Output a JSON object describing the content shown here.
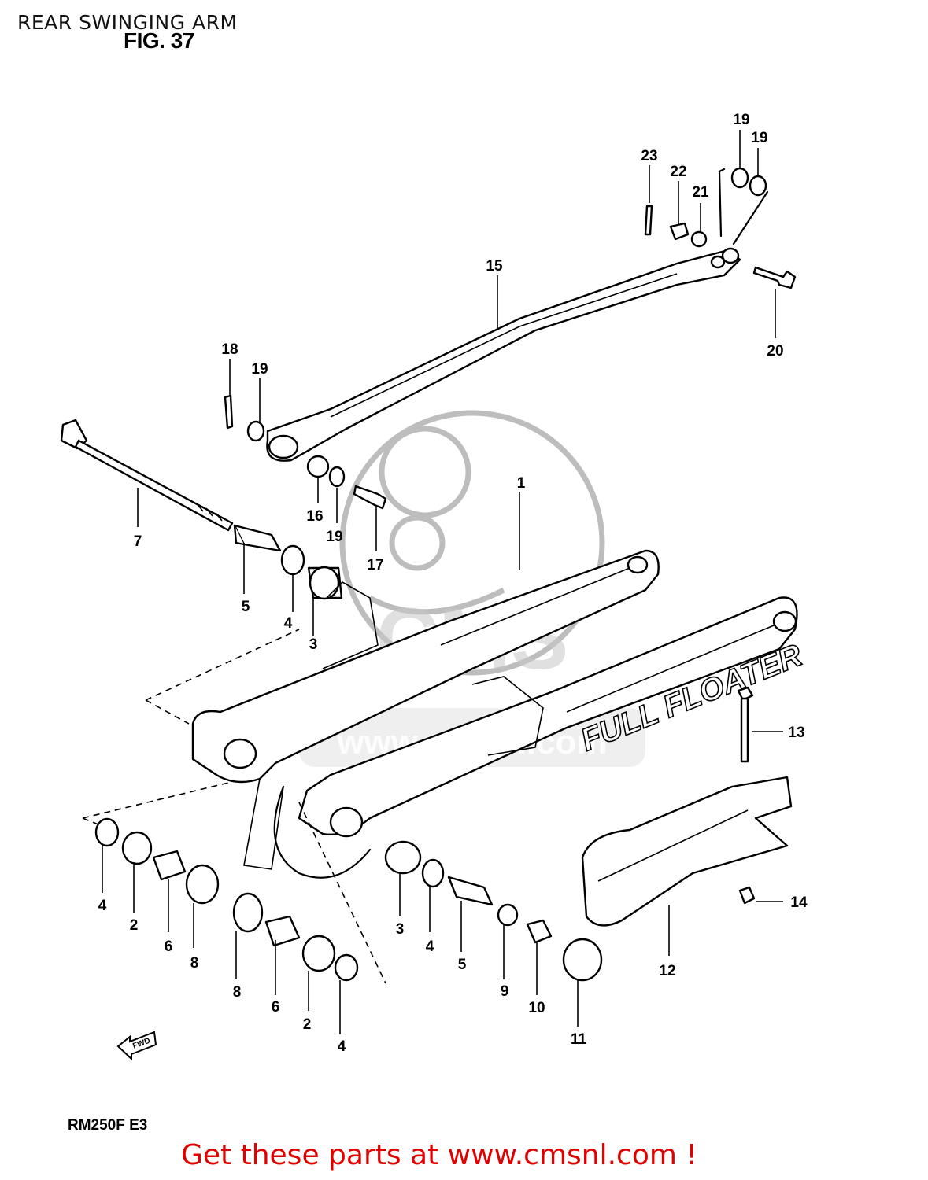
{
  "page": {
    "title": "REAR SWINGING ARM",
    "figure": "FIG. 37",
    "model_code": "RM250F  E3",
    "footer_link": "Get these parts at www.cmsnl.com !",
    "link_color": "#e00000"
  },
  "watermark": {
    "text": "CMS",
    "subtext": "www.cmsnl.com",
    "color": "#c8c8c8"
  },
  "fwd_label": "FWD",
  "swingarm_label": "FULL FLOATER",
  "callouts": [
    "1",
    "2",
    "2",
    "3",
    "3",
    "4",
    "4",
    "4",
    "4",
    "5",
    "5",
    "6",
    "6",
    "7",
    "8",
    "8",
    "9",
    "10",
    "11",
    "12",
    "13",
    "14",
    "15",
    "16",
    "17",
    "18",
    "19",
    "19",
    "19",
    "19",
    "20",
    "21",
    "22",
    "23"
  ]
}
